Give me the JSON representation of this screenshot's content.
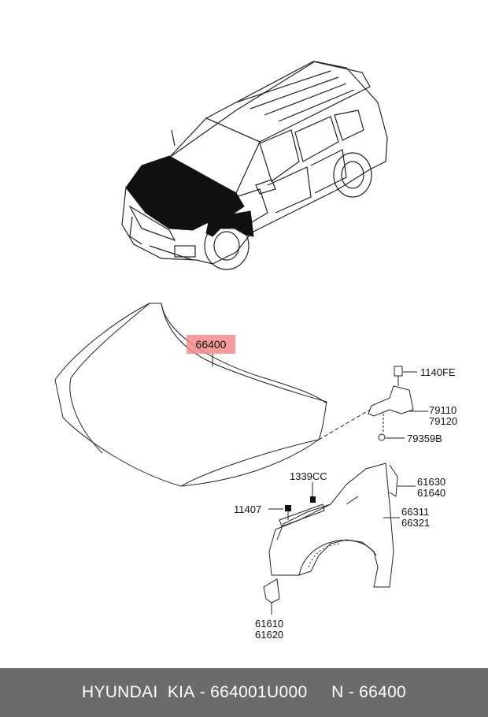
{
  "parts": {
    "hood": "66400",
    "bolt_top": "1140FE",
    "hinge_lh": "79110",
    "hinge_rh": "79120",
    "hinge_bolt": "79359B",
    "clip": "1339CC",
    "fender_bolt": "11407",
    "fender_inner_lh": "61630",
    "fender_inner_rh": "61640",
    "fender_lh": "66311",
    "fender_rh": "66321",
    "bracket_lh": "61610",
    "bracket_rh": "61620"
  },
  "highlight_color": "#f28b8b",
  "footer": {
    "brand": "HYUNDAI  KIA",
    "sep1": " - ",
    "part_number": "664001U000",
    "gap": "     ",
    "prefix": "N - ",
    "ref": "66400"
  }
}
